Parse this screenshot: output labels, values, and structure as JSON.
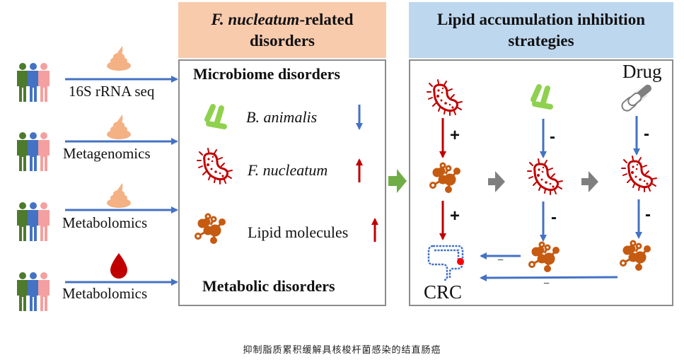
{
  "left_panel": {
    "rows": [
      {
        "method": "16S rRNA seq",
        "sample": "stool-icon"
      },
      {
        "method": "Metagenomics",
        "sample": "stool-icon"
      },
      {
        "method": "Metabolomics",
        "sample": "stool-icon"
      },
      {
        "method": "Metabolomics",
        "sample": "blood-drop-icon"
      }
    ]
  },
  "middle_panel": {
    "header_italic": "F. nucleatum",
    "header_rest": "-related",
    "header_line2": "disorders",
    "microbiome_title": "Microbiome disorders",
    "items": [
      {
        "name": "B. animalis",
        "italic": true,
        "trend": "down"
      },
      {
        "name": "F. nucleatum",
        "italic": true,
        "trend": "up"
      },
      {
        "name": "Lipid molecules",
        "italic": false,
        "trend": "up"
      }
    ],
    "metabolic_title": "Metabolic disorders"
  },
  "right_panel": {
    "header_line1": "Lipid accumulation inhibition",
    "header_line2": "strategies",
    "drug_label": "Drug",
    "crc_label": "CRC",
    "signs": {
      "fn_to_lipid": "+",
      "lipid_to_crc": "+",
      "banimalis_to_fn": "-",
      "fn_to_lipid_2": "-",
      "drug_to_fn": "-",
      "fn_to_lipid_3": "-",
      "lipid2_to_crc": "−",
      "lipid3_to_crc": "−"
    }
  },
  "colors": {
    "arrow_blue": "#4472c4",
    "arrow_red": "#c00000",
    "stool": "#f4b183",
    "blood": "#c00000",
    "person_green": "#4e7a2e",
    "person_blue": "#4472c4",
    "person_pink": "#f4a0a0",
    "bacteria_green": "#8fd14f",
    "fn_red": "#c00000",
    "lipid_orange": "#c55a11",
    "gray_arrow": "#7f7f7f",
    "transition_green": "#70ad47",
    "peach_header": "#f8cbad",
    "blue_header": "#bdd7ee"
  },
  "caption": "抑制脂质累积缓解具核梭杆菌感染的结直肠癌"
}
